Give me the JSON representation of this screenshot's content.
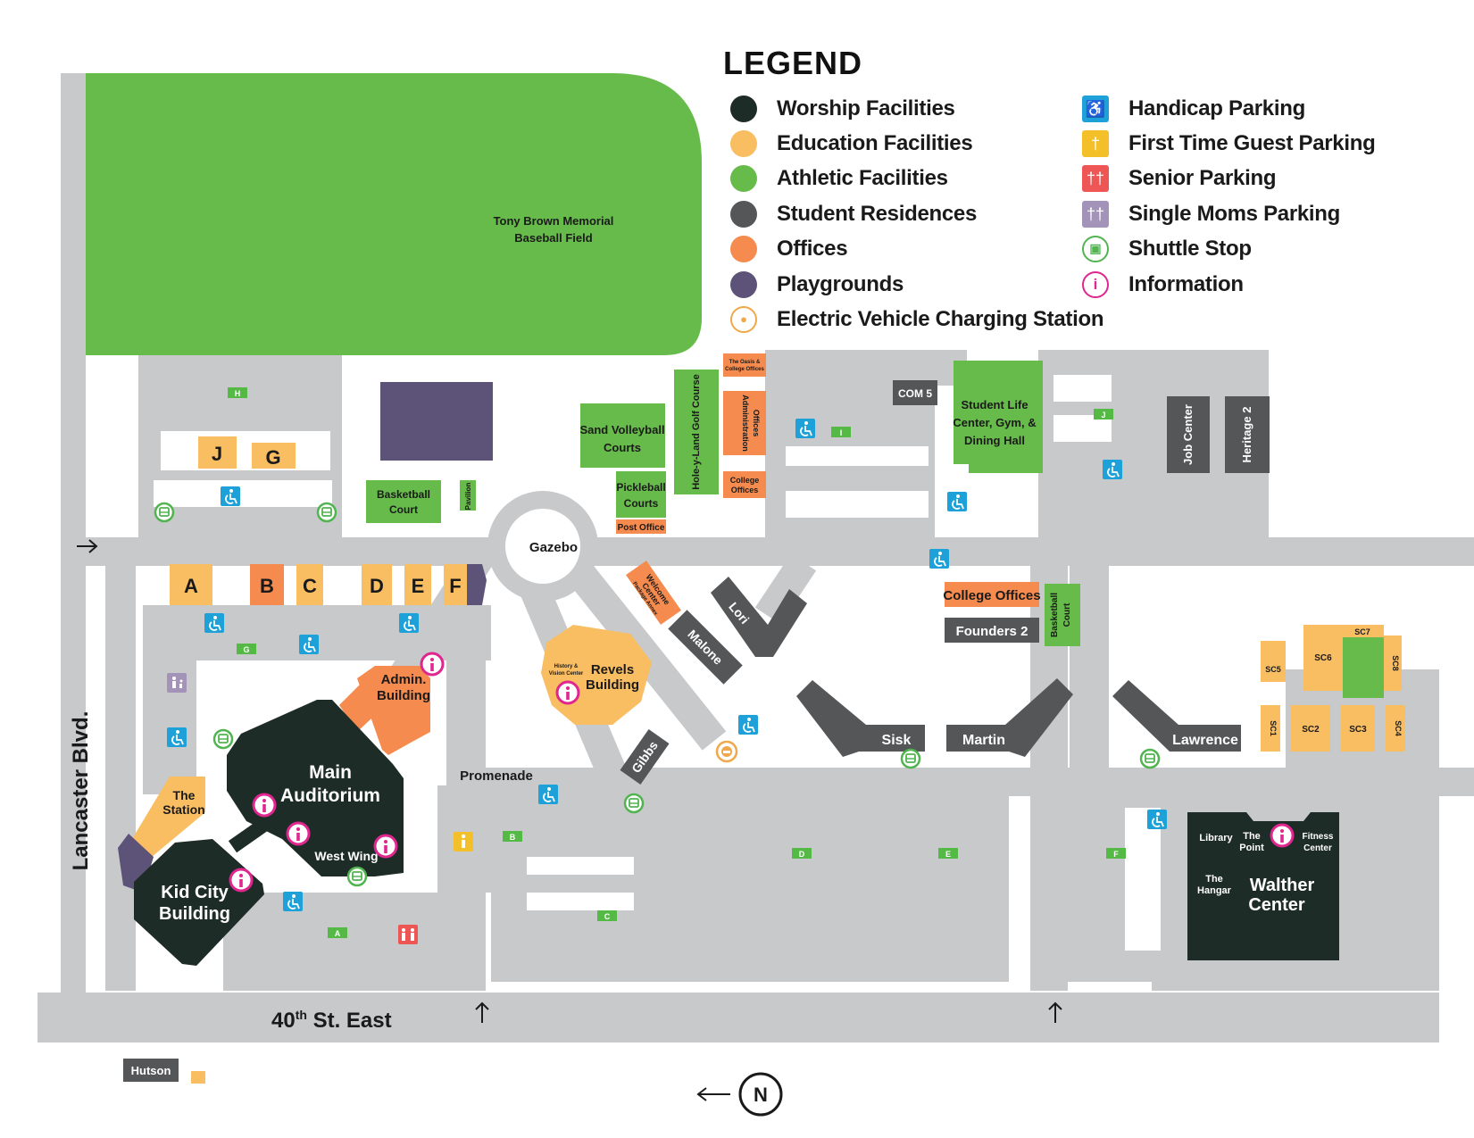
{
  "legend": {
    "title": "LEGEND",
    "facilities": [
      {
        "label": "Worship Facilities",
        "color": "#1e2c28",
        "icon": "dot"
      },
      {
        "label": "Education Facilities",
        "color": "#f9bd62",
        "icon": "dot"
      },
      {
        "label": "Athletic Facilities",
        "color": "#67bb4a",
        "icon": "dot"
      },
      {
        "label": "Student Residences",
        "color": "#545658",
        "icon": "dot"
      },
      {
        "label": "Offices",
        "color": "#f58b4e",
        "icon": "dot"
      },
      {
        "label": "Playgrounds",
        "color": "#5d5277",
        "icon": "dot"
      },
      {
        "label": "Electric Vehicle Charging Station",
        "color": "#f0a84a",
        "icon": "ev-charging-icon"
      }
    ],
    "parking": [
      {
        "label": "Handicap Parking",
        "color": "#1ea0d8",
        "icon": "wheelchair-icon"
      },
      {
        "label": "First Time Guest Parking",
        "color": "#f3c02a",
        "icon": "guest-person-icon"
      },
      {
        "label": "Senior Parking",
        "color": "#ee5555",
        "icon": "senior-couple-icon"
      },
      {
        "label": "Single Moms Parking",
        "color": "#a393b8",
        "icon": "mom-child-icon"
      },
      {
        "label": "Shuttle Stop",
        "color": "#52b450",
        "icon": "bus-icon"
      },
      {
        "label": "Information",
        "color": "#e0268f",
        "icon": "info-icon"
      }
    ]
  },
  "colors": {
    "road": "#c8c9cb",
    "worship": "#1e2c28",
    "education": "#f9bd62",
    "athletic": "#67bb4a",
    "residence": "#545658",
    "office": "#f58b4e",
    "playground": "#5d5277",
    "parking_label": "#55b946"
  },
  "streets": {
    "west": "Lancaster Blvd.",
    "south_prefix": "40",
    "south_sup": "th",
    "south_suffix": " St. East"
  },
  "compass": "N",
  "buildings": {
    "baseball": [
      "Tony Brown Memorial",
      "Baseball Field"
    ],
    "sand_volleyball": [
      "Sand Volleyball",
      "Courts"
    ],
    "pickleball": [
      "Pickleball",
      "Courts"
    ],
    "post_office": "Post Office",
    "golf": "Hole-y-Land Golf Course",
    "oasis": [
      "The Oasis &",
      "College Offices"
    ],
    "admin_offices": [
      "Administration",
      "Offices"
    ],
    "college_offices_small": [
      "College",
      "Offices"
    ],
    "com5": "COM 5",
    "student_life": [
      "Student Life",
      "Center, Gym, &",
      "Dining Hall"
    ],
    "job_center": "Job Center",
    "heritage2": "Heritage 2",
    "basketball_court_west": [
      "Basketball",
      "Court"
    ],
    "pavilion": "Pavilion",
    "gazebo": "Gazebo",
    "welcome": [
      "Welcome",
      "Center",
      "Package Annex"
    ],
    "lori": "Lori",
    "malone": "Malone",
    "college_offices": "College Offices",
    "founders2": "Founders 2",
    "basketball_court_east": [
      "Basketball",
      "Court"
    ],
    "revels": [
      "Revels",
      "Building"
    ],
    "history_vision": [
      "History &",
      "Vision Center"
    ],
    "gibbs": "Gibbs",
    "promenade": "Promenade",
    "admin_building": [
      "Admin.",
      "Building"
    ],
    "main_auditorium": [
      "Main",
      "Auditorium"
    ],
    "west_wing": "West Wing",
    "the_station": [
      "The",
      "Station"
    ],
    "kid_city": [
      "Kid City",
      "Building"
    ],
    "sisk": "Sisk",
    "martin": "Martin",
    "lawrence": "Lawrence",
    "library": "Library",
    "the_point": [
      "The",
      "Point"
    ],
    "fitness": [
      "Fitness",
      "Center"
    ],
    "the_hangar": [
      "The",
      "Hangar"
    ],
    "walther": [
      "Walther",
      "Center"
    ],
    "hutson": "Hutson",
    "education_letters": [
      "J",
      "G",
      "A",
      "B",
      "C",
      "D",
      "E",
      "F"
    ],
    "sc": [
      "SC1",
      "SC2",
      "SC3",
      "SC4",
      "SC5",
      "SC6",
      "SC7",
      "SC8"
    ]
  },
  "parking_lots": [
    "H",
    "G",
    "I",
    "J",
    "A",
    "B",
    "C",
    "D",
    "E",
    "F"
  ]
}
